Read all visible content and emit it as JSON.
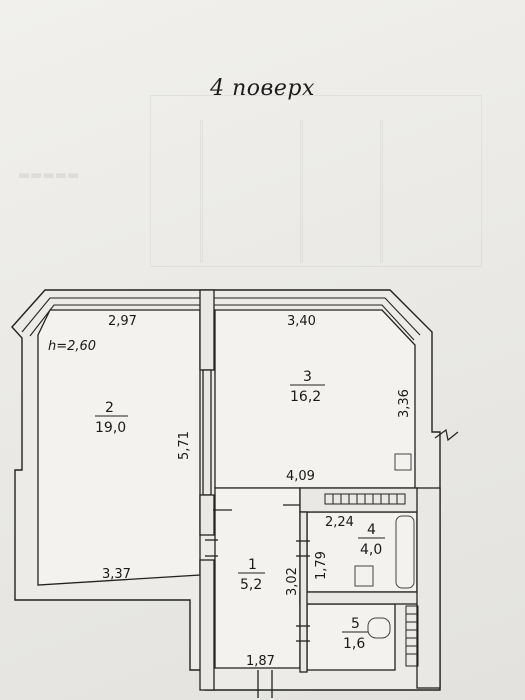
{
  "floor_title": "4 поверх",
  "ceiling_height": "h=2,60",
  "rooms": [
    {
      "number": "1",
      "area": "5,2"
    },
    {
      "number": "2",
      "area": "19,0"
    },
    {
      "number": "3",
      "area": "16,2"
    },
    {
      "number": "4",
      "area": "4,0"
    },
    {
      "number": "5",
      "area": "1,6"
    }
  ],
  "dimensions": {
    "room2_top": "2,97",
    "room2_bottom": "3,37",
    "room2_side": "5,71",
    "room3_top": "3,40",
    "room3_right": "3,36",
    "room3_bottom": "4,09",
    "bath_width": "2,24",
    "bath_depth": "1,79",
    "hall_depth": "3,02",
    "hall_width": "1,87"
  }
}
